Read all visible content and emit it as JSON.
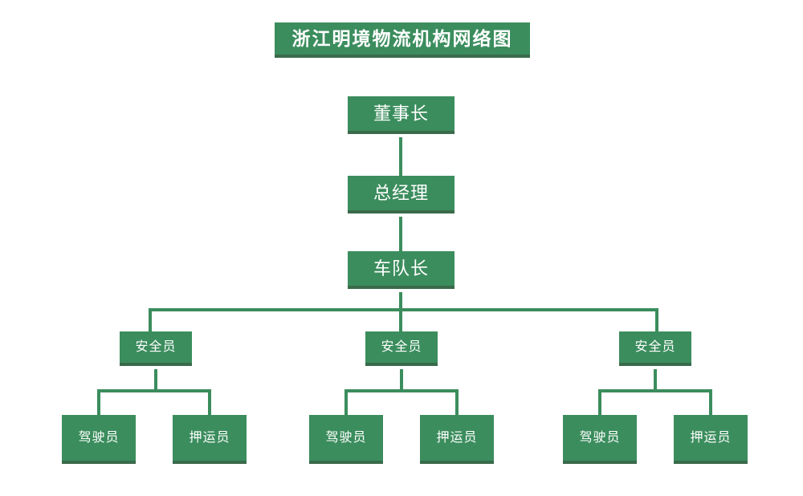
{
  "chart": {
    "type": "org-chart",
    "title": "浙江明境物流机构网络图",
    "background_color": "#ffffff",
    "node_fill_color": "#3b8d5d",
    "node_shadow_color": "#3a6a4b",
    "node_text_color": "#ffffff",
    "connector_color": "#3b8d5d",
    "levels": [
      {
        "level": 1,
        "labels": [
          "董事长"
        ]
      },
      {
        "level": 2,
        "labels": [
          "总经理"
        ]
      },
      {
        "level": 3,
        "labels": [
          "车队长"
        ]
      },
      {
        "level": 4,
        "labels": [
          "安全员",
          "安全员",
          "安全员"
        ]
      },
      {
        "level": 5,
        "labels": [
          "驾驶员",
          "押运员",
          "驾驶员",
          "押运员",
          "驾驶员",
          "押运员"
        ]
      }
    ]
  },
  "nodes": {
    "title": "浙江明境物流机构网络图",
    "chairman": "董事长",
    "general_manager": "总经理",
    "fleet_captain": "车队长",
    "safety_officer_left": "安全员",
    "safety_officer_center": "安全员",
    "safety_officer_right": "安全员",
    "driver_left": "驾驶员",
    "escort_left": "押运员",
    "driver_center": "驾驶员",
    "escort_center": "押运员",
    "driver_right": "驾驶员",
    "escort_right": "押运员"
  }
}
